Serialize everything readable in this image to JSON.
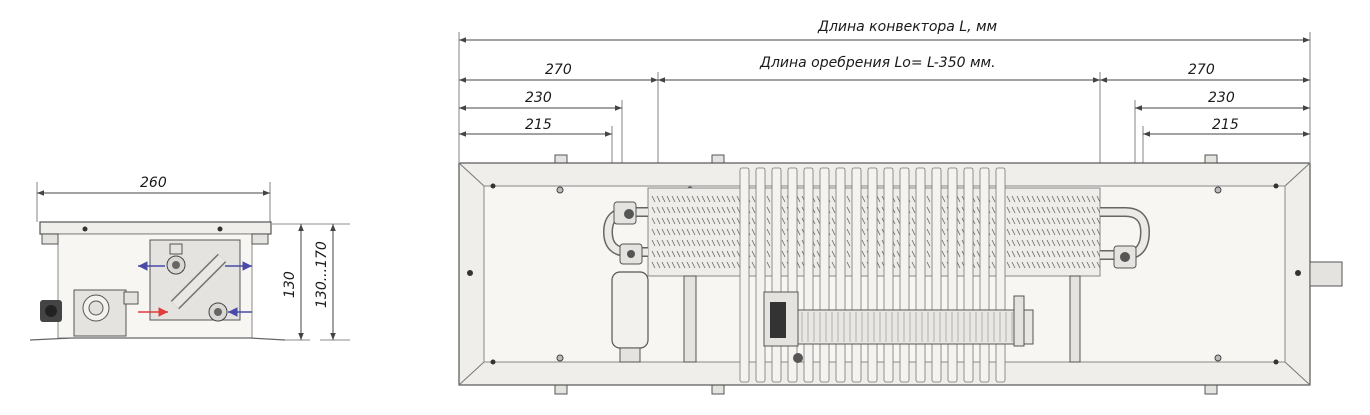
{
  "side_view": {
    "width_label": "260",
    "height_label": "130",
    "height_range_label": "130...170"
  },
  "top_view": {
    "total_length_label": "Длина конвектора L, мм",
    "fin_length_label": "Длина оребрения Lo= L-350 мм.",
    "left_dims": [
      "270",
      "230",
      "215"
    ],
    "right_dims": [
      "270",
      "230",
      "215"
    ]
  },
  "colors": {
    "supply_arrow": "#e23b3b",
    "return_arrow": "#4a4aa8",
    "frame": "#efeeea"
  }
}
